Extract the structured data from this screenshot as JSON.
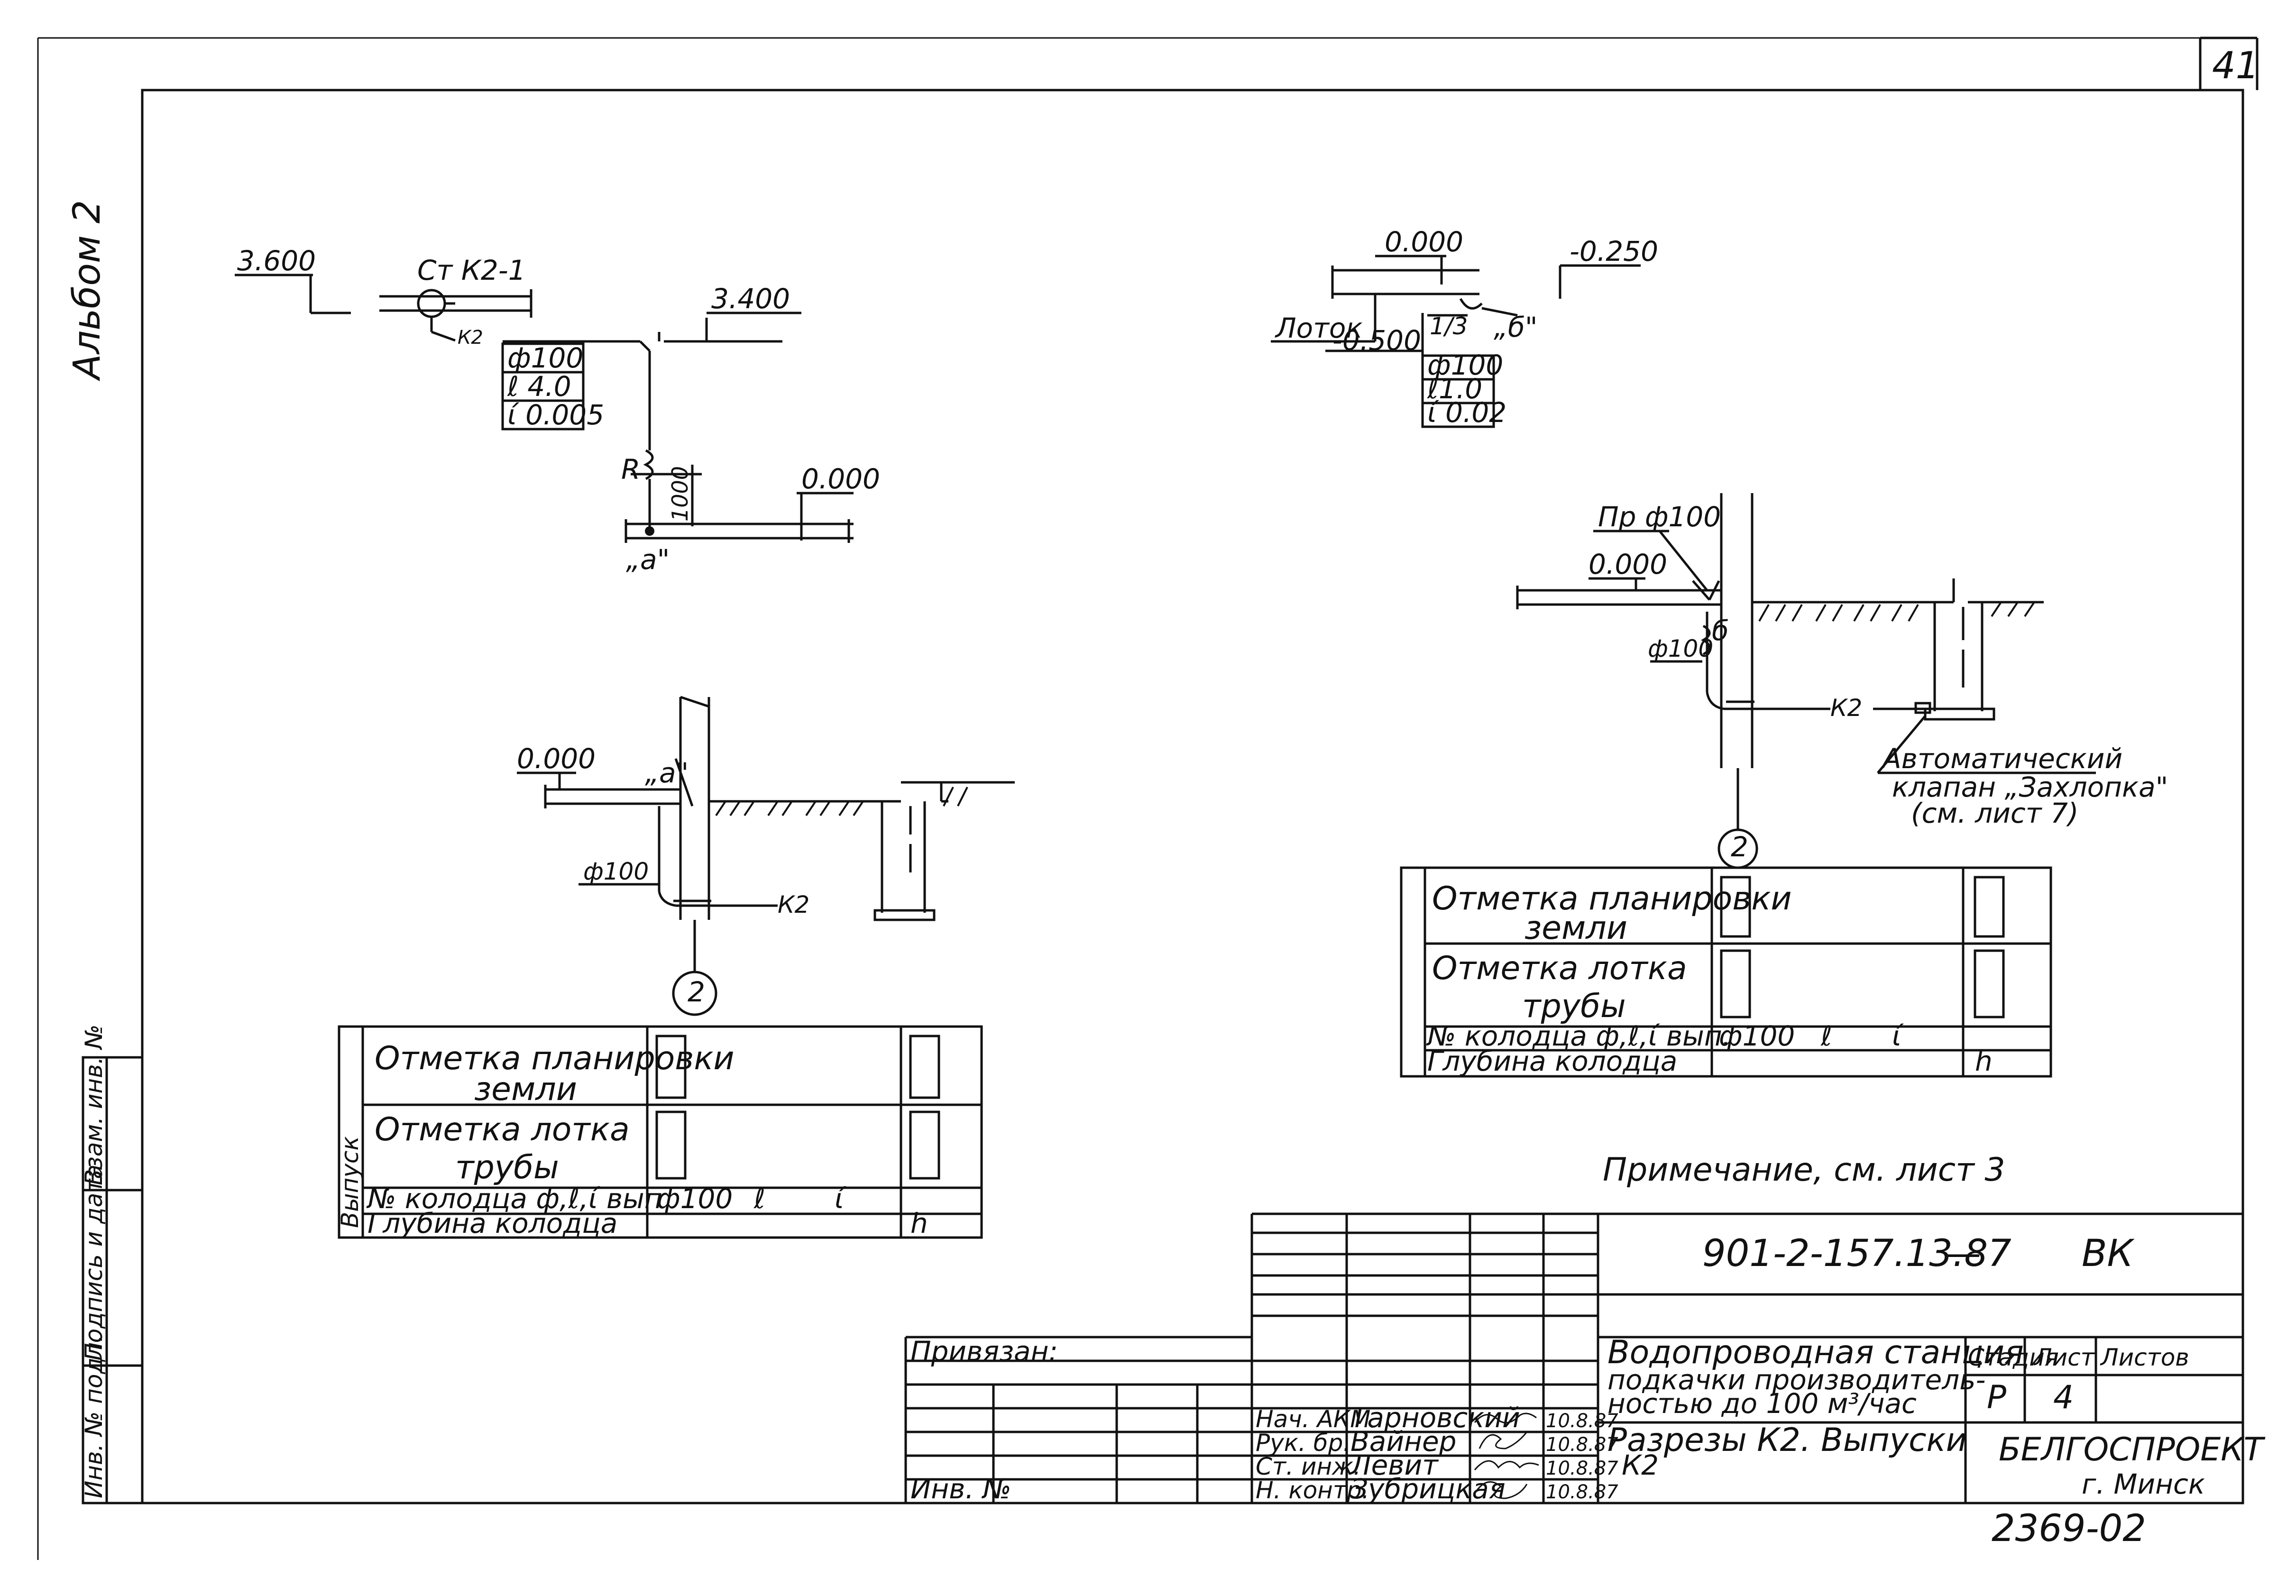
{
  "sheet": {
    "page_number": "41",
    "album_label": "Альбом 2",
    "note": "Примечание, см. лист 3",
    "bottom_number": "2369-02"
  },
  "diagram_a": {
    "riser_label": "Ст К2-1",
    "level_top": "3.600",
    "level_pipe": "3.400",
    "level_floor": "0.000",
    "k2_label": "К2",
    "pipe_diam": "ф100",
    "pipe_length": "ℓ 4.0",
    "pipe_slope": "ί 0.005",
    "r_label": "R",
    "dim_1000": "1000",
    "point_a": "„а\""
  },
  "diagram_b": {
    "level_floor": "0.000",
    "level_right": "-0.250",
    "tray_label": "Лоток",
    "tray_level": "-0.500",
    "slope_label": "1/3",
    "pipe_diam": "ф100",
    "pipe_length": "ℓ1.0",
    "pipe_slope": "ί 0.02",
    "point_b": "„б\""
  },
  "section_a": {
    "level_label": "0.000",
    "point_a": "„а\"",
    "pipe_diam": "ф100",
    "k2_label": "К2",
    "well_number": "2"
  },
  "section_b": {
    "inlet_label": "Пр ф100",
    "level_label": "0.000",
    "pipe_diam": "ф100",
    "k2_label": "К2",
    "point_b": "б",
    "well_number": "2",
    "valve_label_1": "Автоматический",
    "valve_label_2": "клапан „Захлопка\"",
    "valve_label_3": "(см. лист 7)"
  },
  "outlet_table_left": {
    "side_label": "Выпуск",
    "rows": [
      "Отметка планировки земли",
      "Отметка лотка трубы",
      "№ колодца ф, ℓ, ί вып",
      "Глубина колодца"
    ],
    "row1_l1": "Отметка планировки",
    "row1_l2": "земли",
    "row2_l1": "Отметка лотка",
    "row2_l2": "трубы",
    "row3": "№ колодца ф,ℓ,ί вып",
    "row4": "Глубина колодца",
    "diam": "ф100",
    "l": "ℓ",
    "i": "ί",
    "h": "h"
  },
  "outlet_table_right": {
    "row1_l1": "Отметка планировки",
    "row1_l2": "земли",
    "row2_l1": "Отметка лотка",
    "row2_l2": "трубы",
    "row3": "№ колодца ф,ℓ,ί вып.",
    "row4": "Глубина колодца",
    "diam": "ф100",
    "l": "ℓ",
    "i": "ί",
    "h": "h"
  },
  "left_margin": {
    "col1": "Инв. № подл.",
    "col2": "Подпись и дата",
    "col3": "Взам. инв. №"
  },
  "title_block": {
    "doc_code": "901-2-157.13.87",
    "dash": "—",
    "mark": "ВК",
    "project_title_1": "Водопроводная станция",
    "project_title_2": "подкачки производитель-",
    "project_title_3": "ностью до 100 м³/час",
    "sheet_title_1": "Разрезы К2. Выпуски",
    "sheet_title_2": "К2",
    "stage_header": "Стадия",
    "sheet_header": "Лист",
    "sheets_header": "Листов",
    "stage_value": "Р",
    "sheet_value": "4",
    "org_name": "БЕЛГОСПРОЕКТ",
    "org_city": "г. Минск",
    "bound_label": "Привязан:",
    "inv_label": "Инв. №",
    "roles": [
      "Нач. АКМ",
      "Рук. бр.",
      "Ст. инж.",
      "Н. контр."
    ],
    "names": [
      "Тарновский",
      "Вайнер",
      "Левит",
      "Зубрицкая"
    ],
    "dates": [
      "10.8.87",
      "10.8.87",
      "10.8.87",
      "10.8.87"
    ]
  }
}
